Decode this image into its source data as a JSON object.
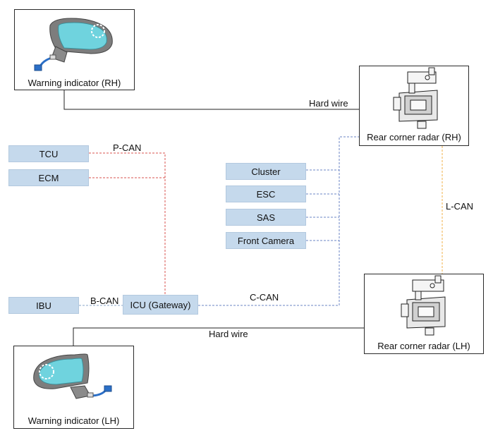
{
  "modules": {
    "tcu": "TCU",
    "ecm": "ECM",
    "ibu": "IBU",
    "icu": "ICU (Gateway)",
    "cluster": "Cluster",
    "esc": "ESC",
    "sas": "SAS",
    "front_camera": "Front Camera"
  },
  "components": {
    "warning_indicator_rh": "Warning indicator (RH)",
    "warning_indicator_lh": "Warning indicator (LH)",
    "rear_corner_radar_rh": "Rear corner radar (RH)",
    "rear_corner_radar_lh": "Rear corner radar (LH)"
  },
  "connections": {
    "p_can": "P-CAN",
    "b_can": "B-CAN",
    "c_can": "C-CAN",
    "l_can": "L-CAN",
    "hard_wire_rh": "Hard wire",
    "hard_wire_lh": "Hard wire"
  },
  "colors": {
    "p_can_line": "#d9534f",
    "c_can_line": "#6b86c4",
    "l_can_line": "#f0b24a",
    "hard_wire_line": "#222222",
    "module_fill": "#c5d9ec"
  }
}
